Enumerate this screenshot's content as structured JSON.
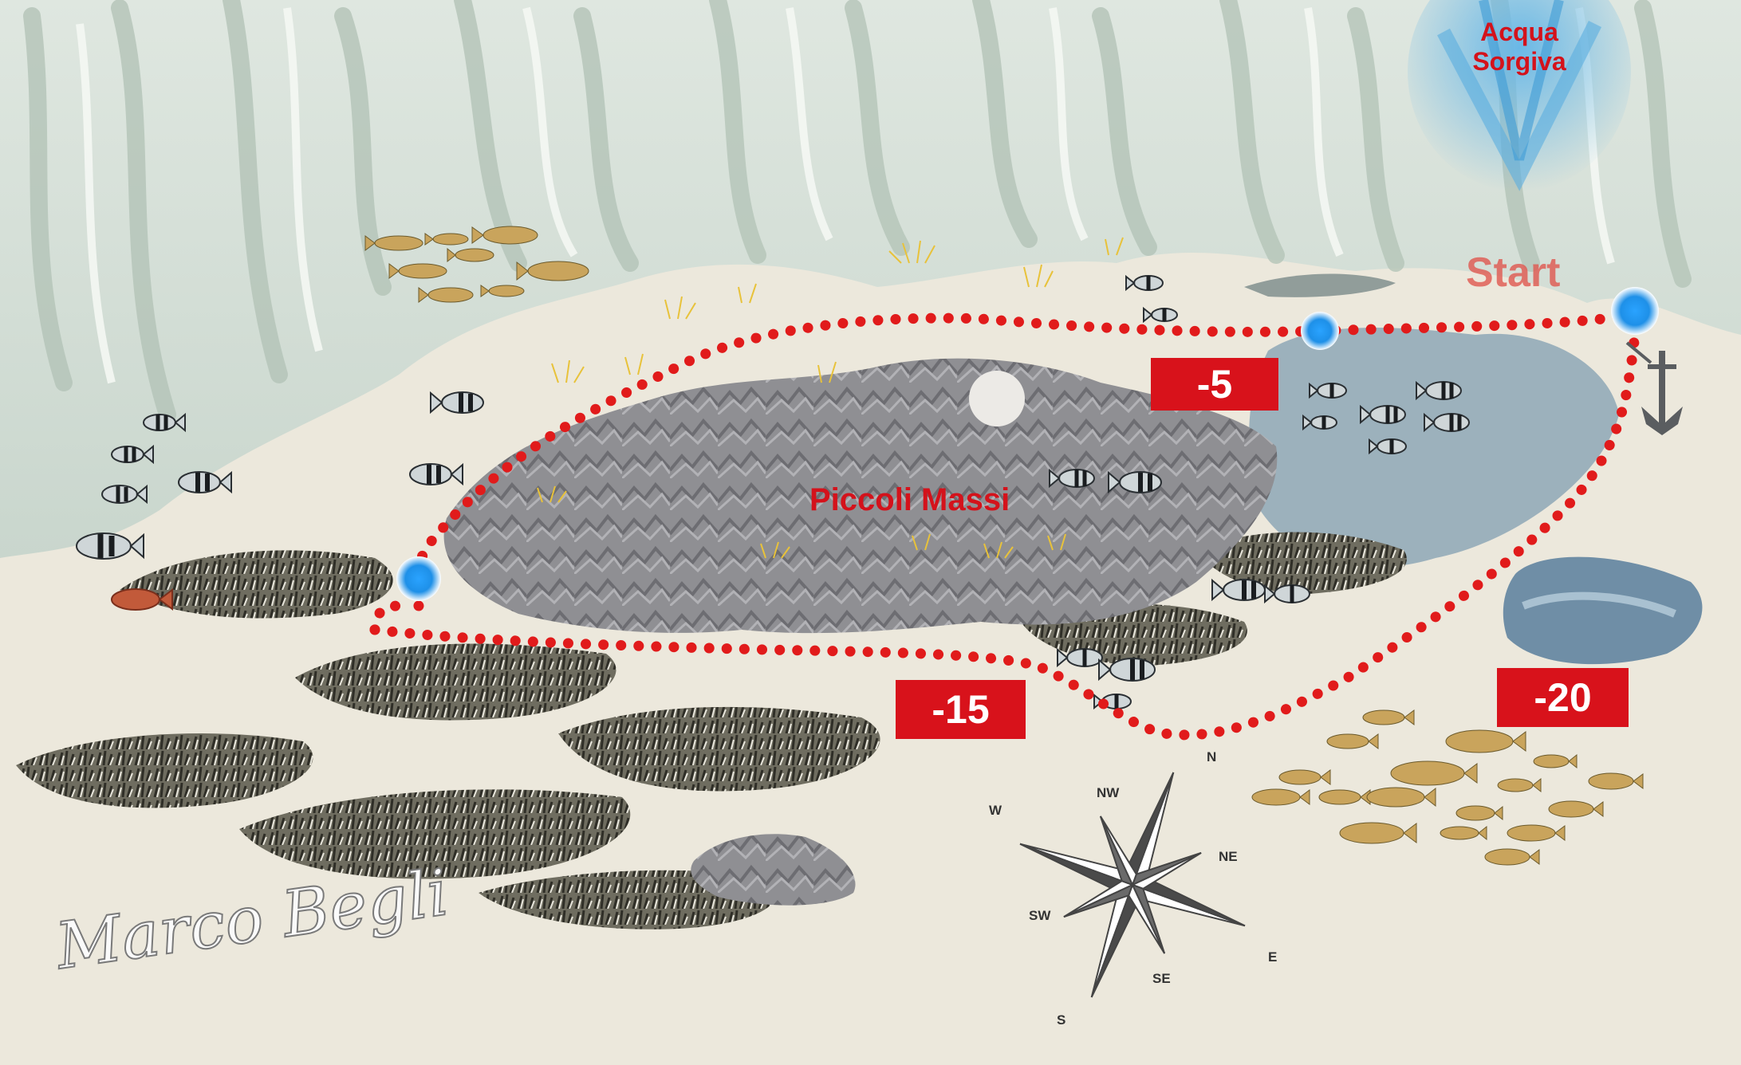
{
  "site": {
    "name": "Piccoli Massi"
  },
  "spring": {
    "label_line1": "Acqua",
    "label_line2": "Sorgiva"
  },
  "start": {
    "label": "Start"
  },
  "depths": [
    {
      "label": "-5"
    },
    {
      "label": "-15"
    },
    {
      "label": "-20"
    }
  ],
  "compass": {
    "directions": [
      "N",
      "NE",
      "E",
      "SE",
      "S",
      "SW",
      "W",
      "NW"
    ]
  },
  "signature": {
    "text": "Marco Begli"
  },
  "colors": {
    "route": "#e11b1b",
    "depth_badge": "#d8121b",
    "waypoint": "#1e90e8",
    "rock": "#8f8f93",
    "sand": "#ece8dc"
  },
  "icons": [
    "anchor-icon",
    "compass-rose-icon",
    "fish-icon",
    "waypoint-icon"
  ]
}
